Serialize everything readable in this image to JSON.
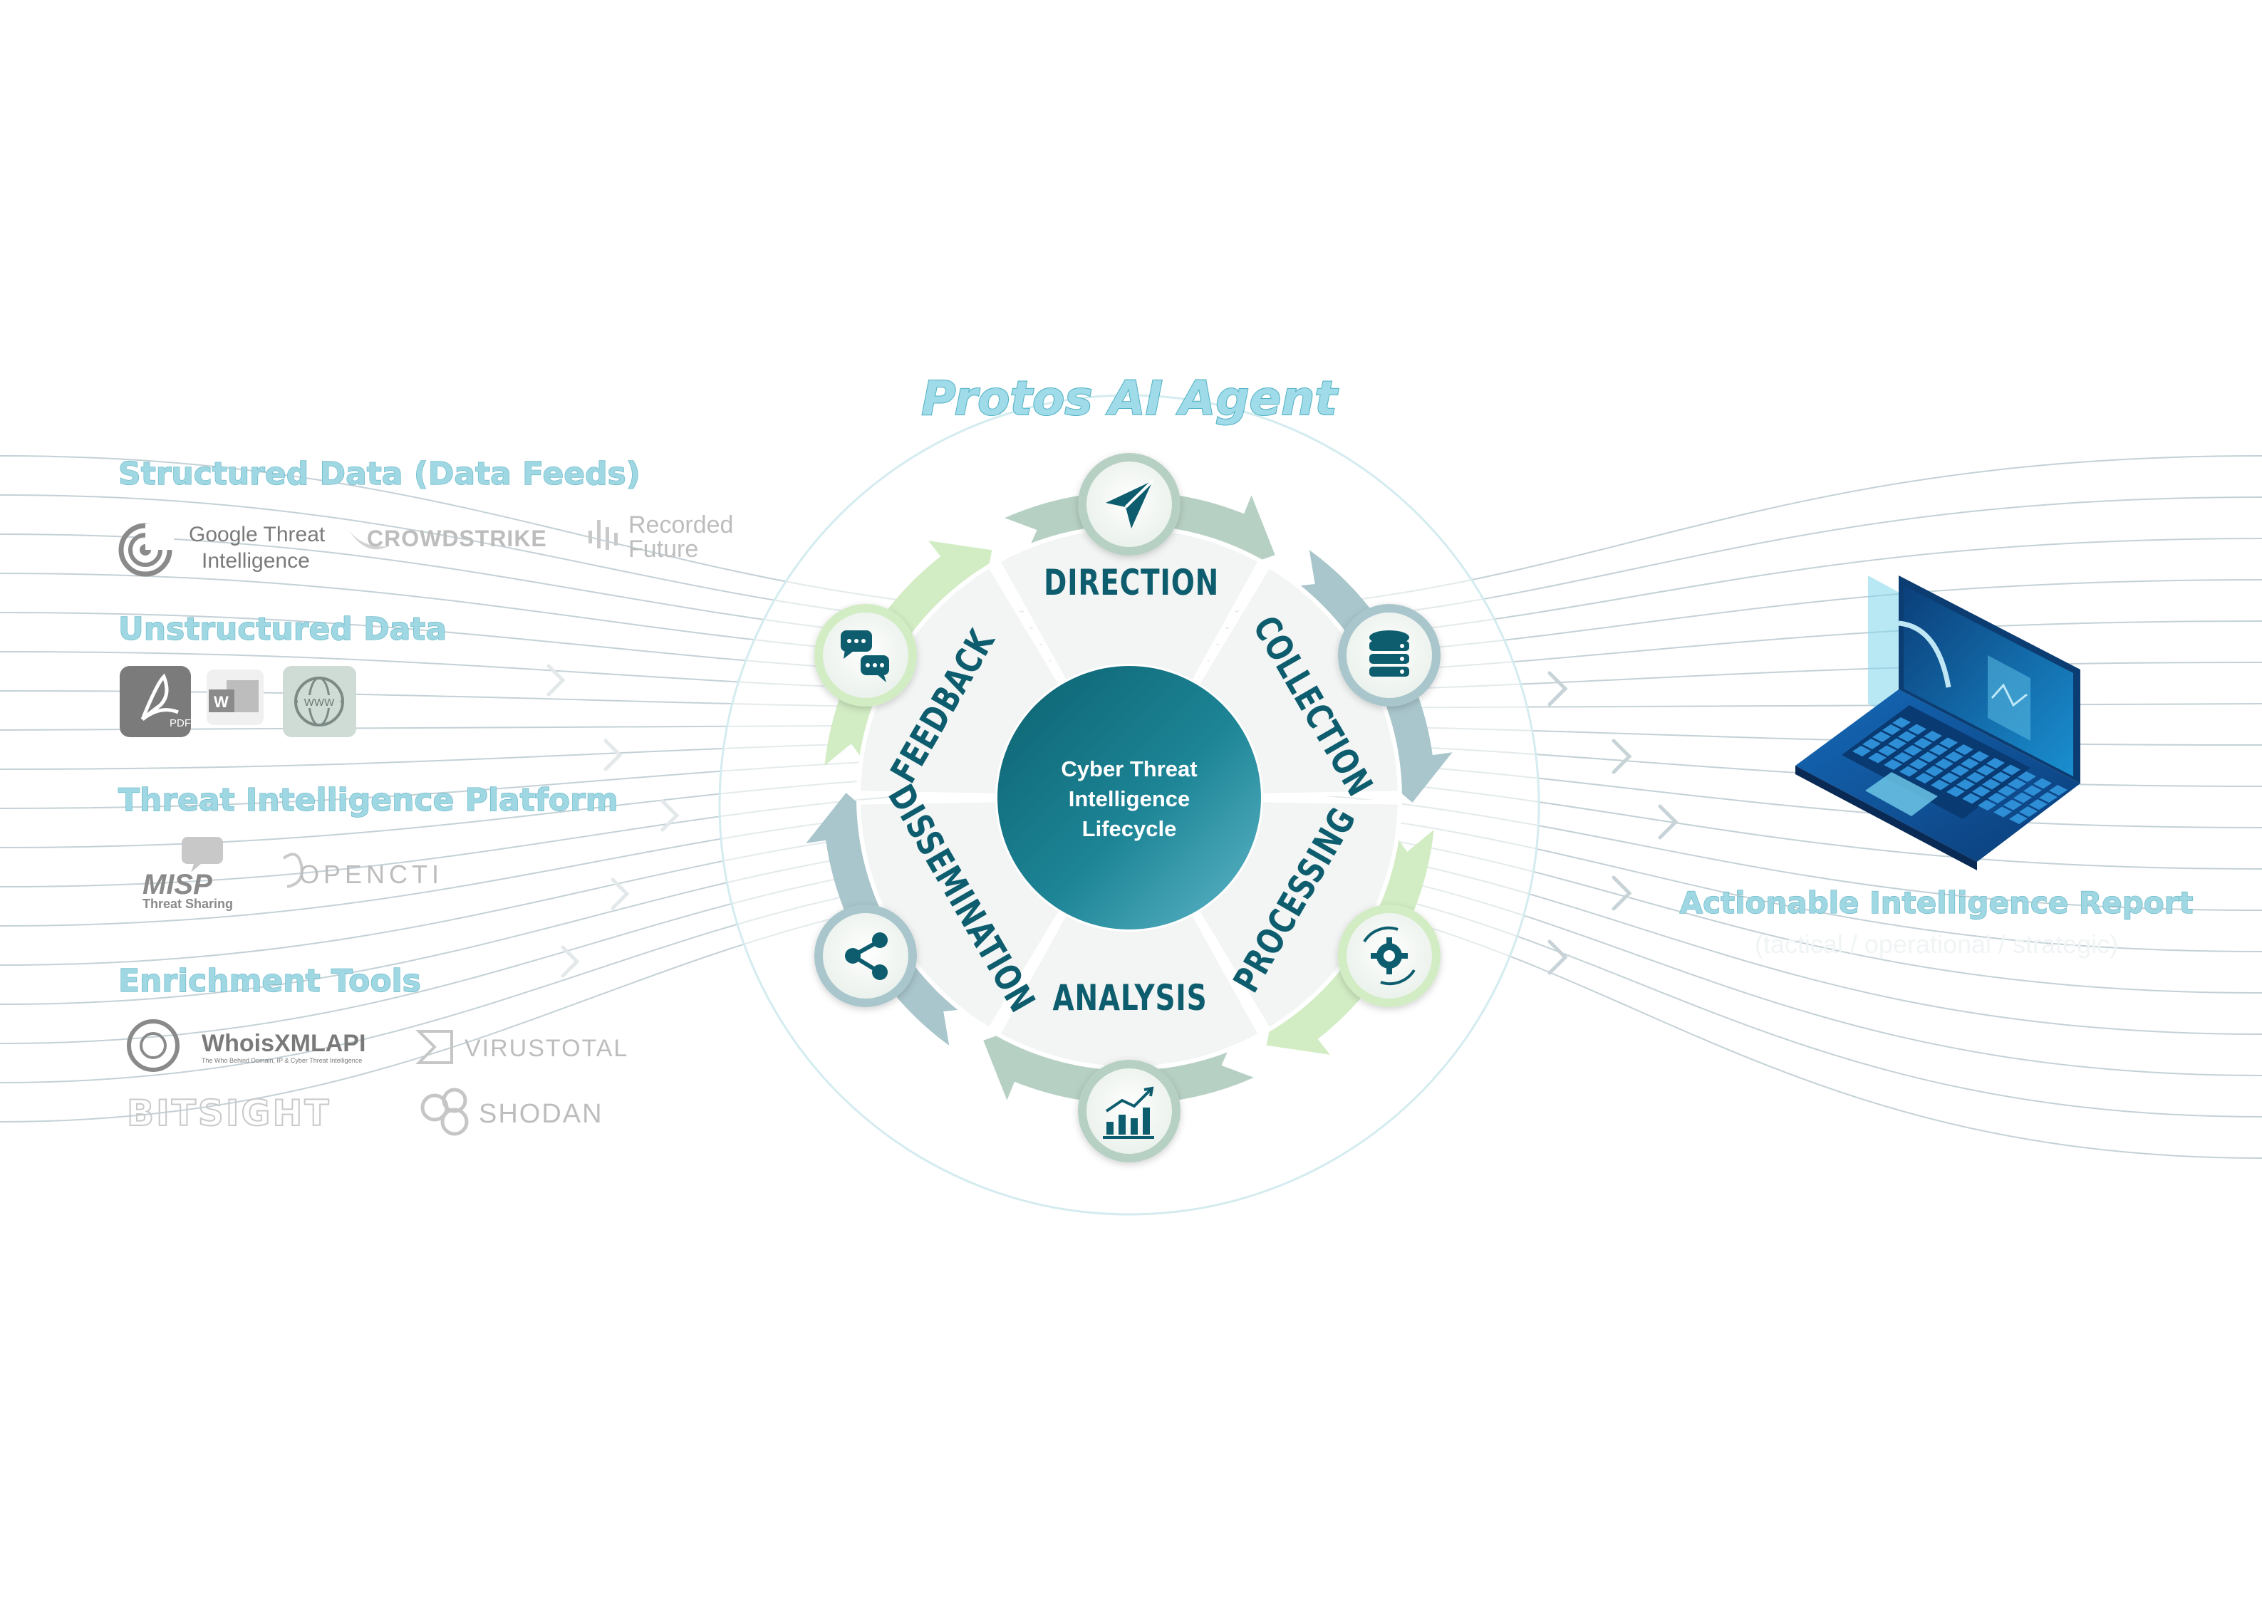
{
  "agent_title": "Protos AI Agent",
  "core": {
    "line1": "Cyber Threat",
    "line2": "Intelligence",
    "line3": "Lifecycle"
  },
  "stages": {
    "direction": "DIRECTION",
    "collection": "COLLECTION",
    "processing": "PROCESSING",
    "analysis": "ANALYSIS",
    "dissemination": "DISSEMINATION",
    "feedback": "FEEDBACK"
  },
  "sources": {
    "structured": {
      "title": "Structured Data (Data Feeds)",
      "gti_line1": "Google Threat",
      "gti_line2": "Intelligence",
      "crowdstrike": "CROWDSTRIKE",
      "rf_line1": "Recorded",
      "rf_line2": "Future"
    },
    "unstructured": {
      "title": "Unstructured Data",
      "pdf_label": "PDF",
      "word_label": "W",
      "www_label": "WWW"
    },
    "tip": {
      "title": "Threat Intelligence Platform",
      "misp": "MISP",
      "misp_sub": "Threat Sharing",
      "opencti": "OPENCTI"
    },
    "enrichment": {
      "title": "Enrichment Tools",
      "whoisxml": "WhoisXMLAPI",
      "whoisxml_sub": "The Who Behind Domain, IP & Cyber Threat Intelligence",
      "virustotal": "VIRUSTOTAL",
      "bitsight": "BITSIGHT",
      "shodan": "SHODAN"
    }
  },
  "output": {
    "title": "Actionable Intelligence Report",
    "subtitle": "(tactical / operational / strategic)"
  },
  "colors": {
    "teal_dark": "#0d5d6e",
    "teal_mid": "#2a8a9a",
    "teal_light": "#5bb6c8",
    "green_pale": "#d7ecd0",
    "blue_grey": "#a9c6cc",
    "title_glow": "#9fd7e3"
  }
}
